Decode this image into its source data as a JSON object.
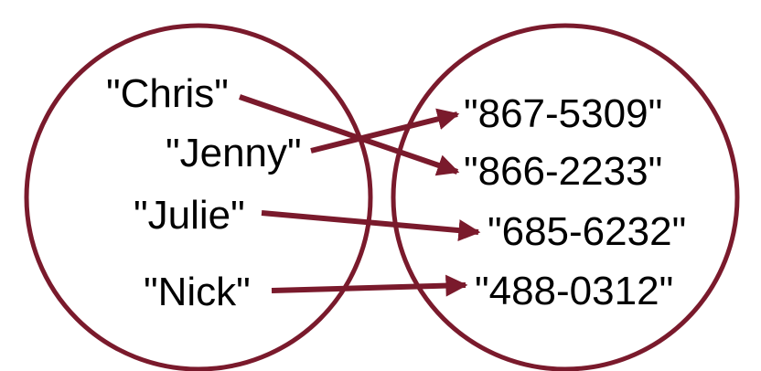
{
  "colors": {
    "accent": "#7a1a2c",
    "text": "#000000",
    "background": "#ffffff"
  },
  "domain_set": {
    "items": [
      {
        "id": "chris",
        "label": "\"Chris\""
      },
      {
        "id": "jenny",
        "label": "\"Jenny\""
      },
      {
        "id": "julie",
        "label": "\"Julie\""
      },
      {
        "id": "nick",
        "label": "\"Nick\""
      }
    ]
  },
  "codomain_set": {
    "items": [
      {
        "id": "p1",
        "label": "\"867-5309\""
      },
      {
        "id": "p2",
        "label": "\"866-2233\""
      },
      {
        "id": "p3",
        "label": "\"685-6232\""
      },
      {
        "id": "p4",
        "label": "\"488-0312\""
      }
    ]
  },
  "mappings": [
    {
      "from": "chris",
      "to": "p2"
    },
    {
      "from": "jenny",
      "to": "p1"
    },
    {
      "from": "julie",
      "to": "p3"
    },
    {
      "from": "nick",
      "to": "p4"
    }
  ]
}
